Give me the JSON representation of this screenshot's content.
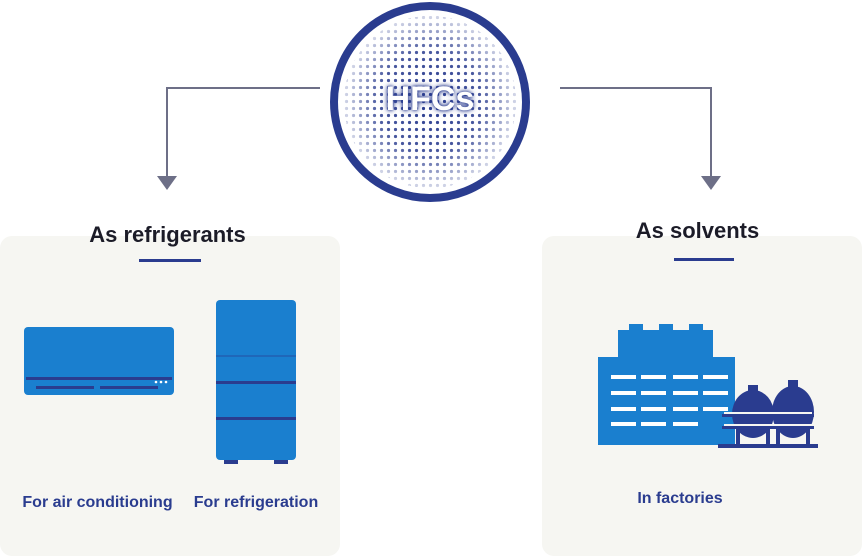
{
  "hub": {
    "label": "HFCs"
  },
  "left": {
    "title": "As refrigerants",
    "items": [
      {
        "caption": "For air conditioning"
      },
      {
        "caption": "For refrigeration"
      }
    ]
  },
  "right": {
    "title": "As solvents",
    "items": [
      {
        "caption": "In factories"
      }
    ]
  },
  "colors": {
    "navy": "#2a3c8f",
    "appliance_blue": "#1a7fcf",
    "arrow_gray": "#6d6f87",
    "panel_bg": "#f6f6f2"
  },
  "icons": [
    "air-conditioner-icon",
    "refrigerator-icon",
    "factory-icon"
  ]
}
